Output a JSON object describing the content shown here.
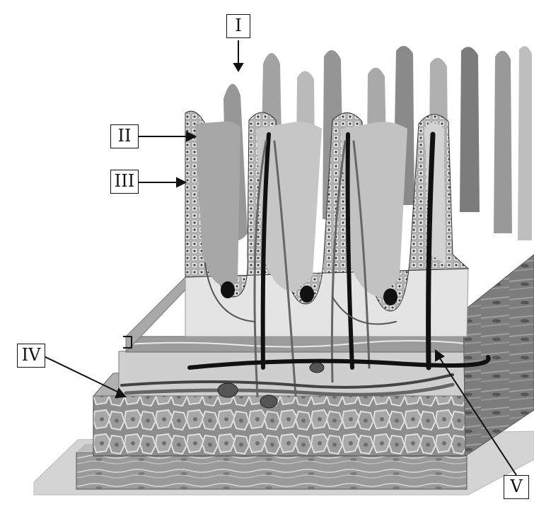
{
  "figure": {
    "labels": [
      {
        "id": "I",
        "text": "I"
      },
      {
        "id": "II",
        "text": "II"
      },
      {
        "id": "III",
        "text": "III"
      },
      {
        "id": "IV",
        "text": "IV"
      },
      {
        "id": "V",
        "text": "V"
      }
    ]
  }
}
